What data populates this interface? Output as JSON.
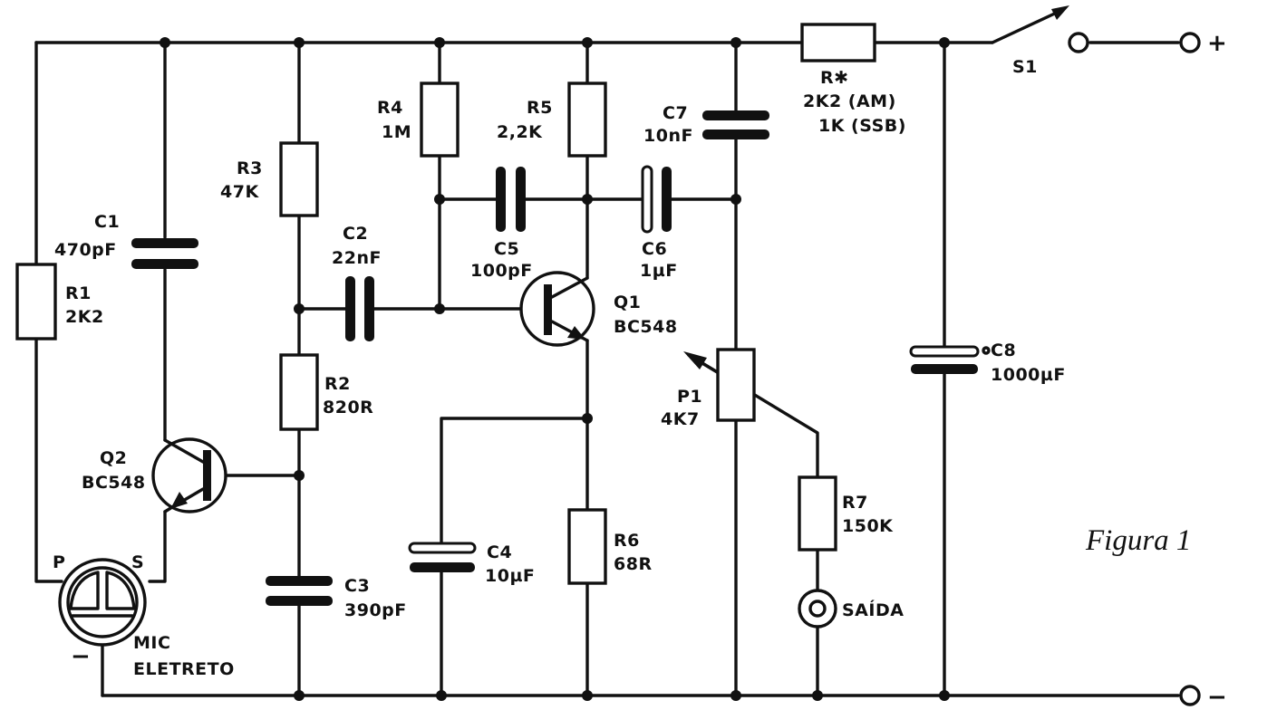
{
  "figure_caption": "Figura 1",
  "components": {
    "R1": {
      "name": "R1",
      "value": "2K2"
    },
    "R2": {
      "name": "R2",
      "value": "820R"
    },
    "R3": {
      "name": "R3",
      "value": "47K"
    },
    "R4": {
      "name": "R4",
      "value": "1M"
    },
    "R5": {
      "name": "R5",
      "value": "2,2K"
    },
    "R6": {
      "name": "R6",
      "value": "68R"
    },
    "R7": {
      "name": "R7",
      "value": "150K"
    },
    "Rstar": {
      "name": "R✱",
      "value_am": "2K2 (AM)",
      "value_ssb": "1K (SSB)"
    },
    "C1": {
      "name": "C1",
      "value": "470pF"
    },
    "C2": {
      "name": "C2",
      "value": "22nF"
    },
    "C3": {
      "name": "C3",
      "value": "390pF"
    },
    "C4": {
      "name": "C4",
      "value": "10µF"
    },
    "C5": {
      "name": "C5",
      "value": "100pF"
    },
    "C6": {
      "name": "C6",
      "value": "1µF"
    },
    "C7": {
      "name": "C7",
      "value": "10nF"
    },
    "C8": {
      "name": "C8",
      "value": "1000µF"
    },
    "Q1": {
      "name": "Q1",
      "value": "BC548"
    },
    "Q2": {
      "name": "Q2",
      "value": "BC548"
    },
    "P1": {
      "name": "P1",
      "value": "4K7"
    },
    "S1": {
      "name": "S1"
    },
    "MIC": {
      "line1": "MIC",
      "line2": "ELETRETO",
      "pin_p": "P",
      "pin_s": "S",
      "minus": "−"
    }
  },
  "terminals": {
    "output": "SAÍDA",
    "plus": "+",
    "minus": "−"
  }
}
